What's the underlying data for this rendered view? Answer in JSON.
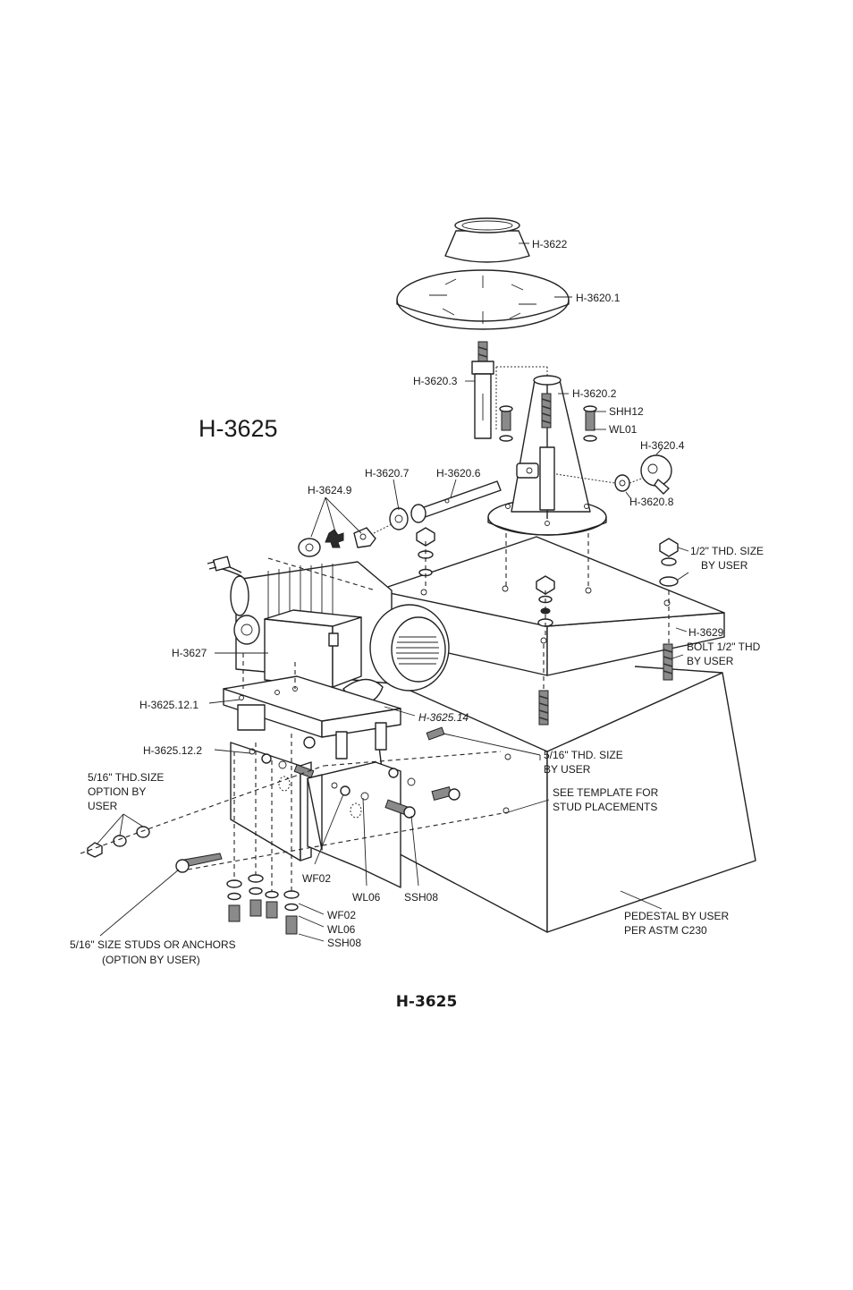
{
  "title": "H-3625",
  "caption": "H-3625",
  "labels": {
    "h3622": "H-3622",
    "h3620_1": "H-3620.1",
    "h3620_3": "H-3620.3",
    "h3620_2": "H-3620.2",
    "shh12": "SHH12",
    "wl01": "WL01",
    "h3620_4": "H-3620.4",
    "h3620_8": "H-3620.8",
    "h3620_7": "H-3620.7",
    "h3620_6": "H-3620.6",
    "h3624_9": "H-3624.9",
    "thd_half_1": "1/2\" THD. SIZE",
    "thd_half_2": "BY USER",
    "h3629": "H-3629",
    "bolt_1": "BOLT 1/2\" THD",
    "bolt_2": "BY USER",
    "h3627": "H-3627",
    "h3625_12_1": "H-3625.12.1",
    "h3625_14": "H-3625.14",
    "h3625_12_2": "H-3625.12.2",
    "thd_516_1": "5/16\" THD. SIZE",
    "thd_516_2": "BY USER",
    "opt_1": "5/16\" THD.SIZE",
    "opt_2": "OPTION BY",
    "opt_3": "USER",
    "template_1": "SEE TEMPLATE FOR",
    "template_2": "STUD PLACEMENTS",
    "wf02_a": "WF02",
    "wl06_a": "WL06",
    "ssh08_a": "SSH08",
    "wf02_b": "WF02",
    "wl06_b": "WL06",
    "ssh08_b": "SSH08",
    "pedestal_1": "PEDESTAL BY USER",
    "pedestal_2": "PER ASTM C230",
    "studs_1": "5/16\" SIZE STUDS OR ANCHORS",
    "studs_2": "(OPTION BY USER)"
  }
}
